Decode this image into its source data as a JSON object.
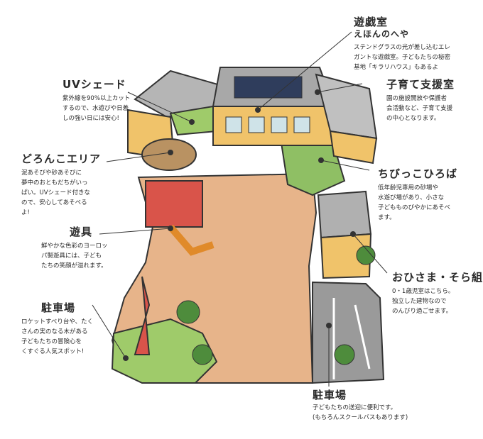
{
  "labels": {
    "playroom": {
      "title": "遊戯室",
      "subtitle": "えほんのへや",
      "desc": [
        "ステンドグラスの光が差し込むエレ",
        "ガントな遊戯室。子どもたちの秘密",
        "基地「キラリハウス」もあるよ"
      ]
    },
    "support": {
      "title": "子育て支援室",
      "desc": [
        "園の施設開放や保護者",
        "会活動など、子育て支援",
        "の中心となります。"
      ]
    },
    "uv_shade": {
      "title": "UVシェード",
      "desc": [
        "紫外線を90%以上カット",
        "するので、水遊びや日差",
        "しの強い日には安心!"
      ]
    },
    "mud_area": {
      "title": "どろんこエリア",
      "desc": [
        "泥あそびや砂あそびに",
        "夢中のおともだちがいっ",
        "ぱい。UVシェード付きな",
        "ので、安心してあそべる",
        "よ!"
      ]
    },
    "chibikko": {
      "title": "ちびっこひろば",
      "desc": [
        "低年齢児専用の砂場や",
        "水遊び場があり、小さな",
        "子どもものびやかにあそべ",
        "ます。"
      ]
    },
    "equipment": {
      "title": "遊具",
      "desc": [
        "鮮やかな色彩のヨーロッ",
        "パ製遊具には、子ども",
        "たちの笑顔が溢れます。"
      ]
    },
    "ohisama": {
      "title": "おひさま・そら組",
      "desc": [
        "0・1歳児室はこちら。",
        "独立した建物なので",
        "のんびり過ごせます。"
      ]
    },
    "parking_left": {
      "title": "駐車場",
      "desc": [
        "ロケットすべり台や、たく",
        "さんの実のなる木がある",
        "子どもたちの冒険心を",
        "くすぐる人気スポット!"
      ]
    },
    "parking_right": {
      "title": "駐車場",
      "desc": [
        "子どもたちの送迎に便利です。",
        "(もちろんスクールバスもあります)"
      ]
    }
  }
}
